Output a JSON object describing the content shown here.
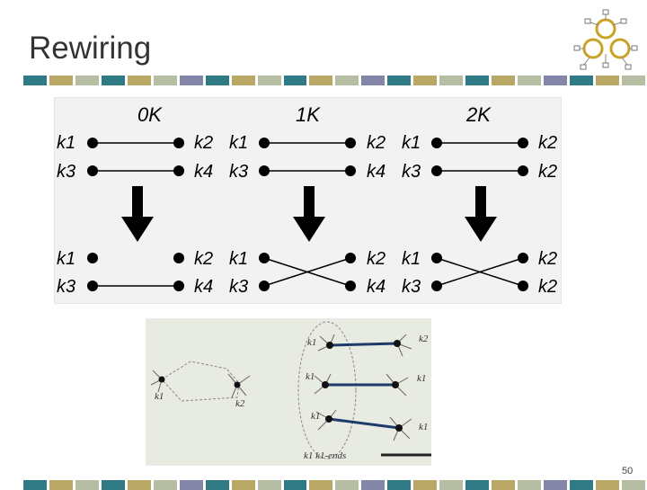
{
  "slide": {
    "title": "Rewiring",
    "page_number": "50"
  },
  "bar_colors": [
    "#2f7a84",
    "#b9a766",
    "#b5bda2",
    "#2f7a84",
    "#b9a766",
    "#b5bda2",
    "#8385a9",
    "#2f7a84",
    "#b9a766",
    "#b5bda2",
    "#2f7a84",
    "#b9a766",
    "#b5bda2",
    "#8385a9",
    "#2f7a84",
    "#b9a766",
    "#b5bda2",
    "#2f7a84",
    "#b9a766",
    "#b5bda2",
    "#8385a9",
    "#2f7a84",
    "#b9a766",
    "#b5bda2"
  ],
  "diagram": {
    "columns": [
      {
        "heading": "0K",
        "top": [
          "k1",
          "k2",
          "k3",
          "k4"
        ],
        "bottom": [
          "k1",
          "k2",
          "k3",
          "k4"
        ],
        "rewired": false
      },
      {
        "heading": "1K",
        "top": [
          "k1",
          "k2",
          "k3",
          "k4"
        ],
        "bottom": [
          "k1",
          "k2",
          "k3",
          "k4"
        ],
        "rewired": true
      },
      {
        "heading": "2K",
        "top": [
          "k1",
          "k2",
          "k3",
          "k2"
        ],
        "bottom": [
          "k1",
          "k2",
          "k3",
          "k2"
        ],
        "rewired": true
      }
    ]
  },
  "figure": {
    "left_labels": [
      "k1",
      "k2"
    ],
    "right_labels_left": [
      "k1",
      "k1",
      "k1"
    ],
    "right_labels_right": [
      "k2",
      "k1",
      "k1"
    ],
    "caption": "k1 k1-ends"
  }
}
